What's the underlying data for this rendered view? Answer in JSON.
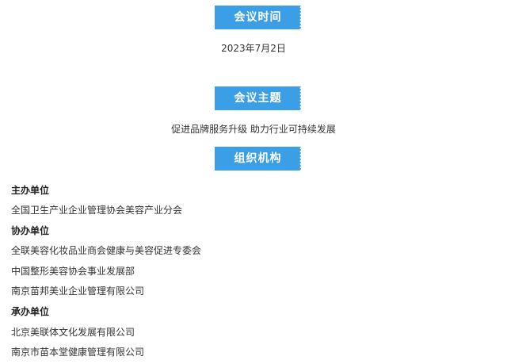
{
  "sections": {
    "time": {
      "title": "会议时间",
      "content": "2023年7月2日"
    },
    "theme": {
      "title": "会议主题",
      "content": "促进品牌服务升级  助力行业可持续发展"
    },
    "organization": {
      "title": "组织机构"
    }
  },
  "organizers": {
    "host_label": "主办单位",
    "host": [
      "全国卫生产业企业管理协会美容产业分会"
    ],
    "co_host_label": "协办单位",
    "co_hosts": [
      "全联美容化妆品业商会健康与美容促进专委会",
      "中国整形美容协会事业发展部",
      "南京苗邦美业企业管理有限公司"
    ],
    "undertaker_label": "承办单位",
    "undertakers": [
      "北京美联体文化发展有限公司",
      "南京市苗本堂健康管理有限公司"
    ]
  }
}
